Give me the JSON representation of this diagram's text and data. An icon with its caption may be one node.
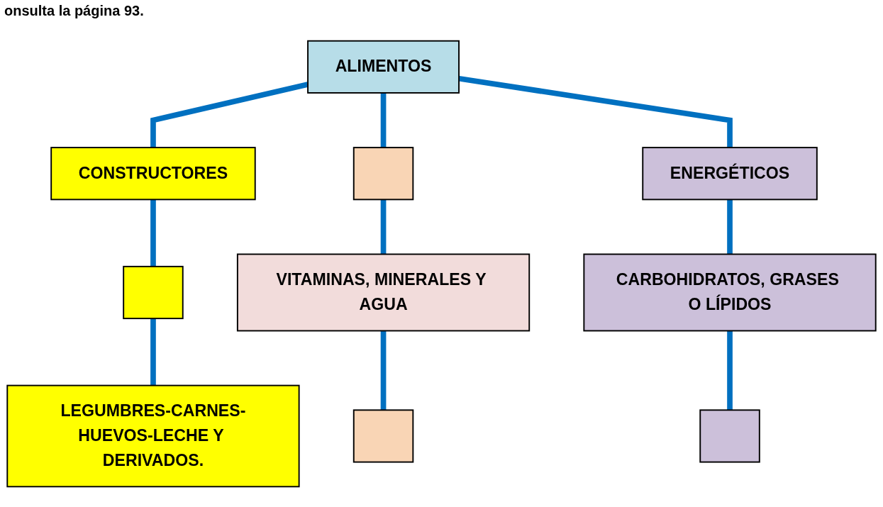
{
  "diagram": {
    "nodes": [
      {
        "text": [
          "ALIMENTOS"
        ]
      },
      {
        "text": [
          "CONSTRUCTORES"
        ]
      },
      {
        "text": [],
        "shape": "box"
      },
      {
        "text": [
          "ENERGÉTICOS"
        ]
      },
      {
        "text": [],
        "shape": "box"
      },
      {
        "text": [
          "VITAMINAS, MINERALES Y AGUA"
        ]
      },
      {
        "text": [
          "CARBOHIDRATOS, GRASES O LÍPIDOS"
        ]
      },
      {
        "text": [
          "LEGUMBRES-CARNES-HUEVOS-LECHE Y DERIVADOS."
        ]
      },
      {
        "text": [],
        "shape": "box"
      },
      {
        "text": [],
        "shape": "box"
      }
    ],
    "edges": [
      {
        "from": 0,
        "to": 1,
        "arrow": "none"
      },
      {
        "from": 0,
        "to": 2,
        "arrow": "none"
      },
      {
        "from": 0,
        "to": 3,
        "arrow": "none"
      },
      {
        "from": 1,
        "to": 4,
        "arrow": "none"
      },
      {
        "from": 2,
        "to": 5,
        "arrow": "none"
      },
      {
        "from": 3,
        "to": 6,
        "arrow": "none"
      },
      {
        "from": 4,
        "to": 7,
        "arrow": "none"
      },
      {
        "from": 5,
        "to": 8,
        "arrow": "none"
      },
      {
        "from": 6,
        "to": 9,
        "arrow": "none"
      }
    ],
    "labels": [
      "onsulta la página 93."
    ]
  }
}
